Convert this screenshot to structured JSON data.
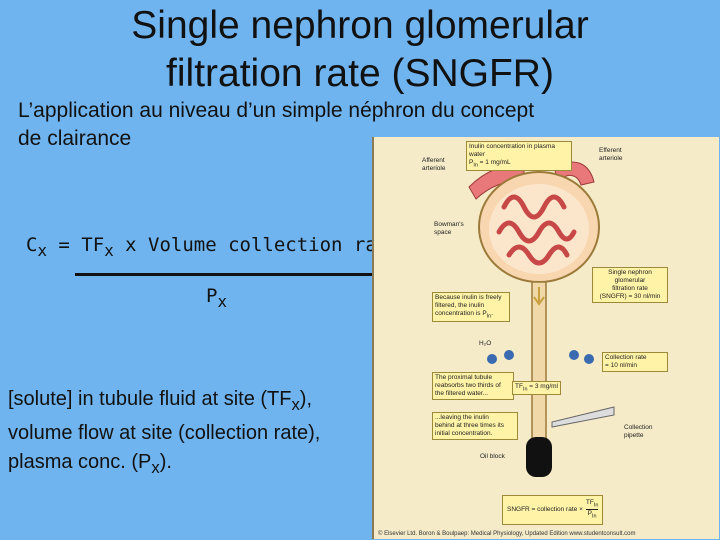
{
  "title_line1": "Single nephron glomerular",
  "title_line2": "filtration rate (SNGFR)",
  "intro_line1": "L’application au niveau d’un simple néphron du concept",
  "intro_line2": "de clairance",
  "formula": {
    "c": "C",
    "c_sub": "x",
    "mid": " = TF",
    "tf_sub": "x",
    "rest": " x Volume collection rate",
    "denom": "P",
    "denom_sub": "x"
  },
  "notes": {
    "line1_a": "[solute] in tubule fluid at site (TF",
    "line1_sub": "x",
    "line1_b": "),",
    "line2": "volume flow at site (collection rate),",
    "line3_a": "plasma conc. (P",
    "line3_sub": "x",
    "line3_b": ")."
  },
  "figure": {
    "inulin_box_line1": "Inulin concentration in plasma water",
    "inulin_box_line2": "P",
    "inulin_box_sub": "In",
    "inulin_box_line2b": " = 1 mg/mL",
    "afferent_line1": "Afferent",
    "afferent_line2": "arteriole",
    "efferent_line1": "Efferent",
    "efferent_line2": "arteriole",
    "bowman_line1": "Bowman's",
    "bowman_line2": "space",
    "sngfr_box_line1": "Single nephron",
    "sngfr_box_line2": "glomerular",
    "sngfr_box_line3": "filtration rate",
    "sngfr_box_line4": "(SNGFR) = 30 nl/min",
    "freely_box_line1": "Because inulin is freely",
    "freely_box_line2": "filtered, the inulin",
    "freely_box_line3": "concentration is P",
    "freely_box_sub": "In",
    "freely_box_end": ".",
    "h2o": "H₂O",
    "collection_box_line1": "Collection rate",
    "collection_box_line2": "= 10 nl/min",
    "proximal_box_line1": "The proximal tubule",
    "proximal_box_line2": "reabsorbs two thirds of",
    "proximal_box_line3": "the filtered water...",
    "tf_box": "TF",
    "tf_box_sub": "In",
    "tf_box_rest": " = 3 mg/ml",
    "leaving_box_line1": "...leaving the inulin",
    "leaving_box_line2": "behind at three times its",
    "leaving_box_line3": "initial concentration.",
    "collection_pipette_line1": "Collection",
    "collection_pipette_line2": "pipette",
    "oil_block": "Oil block",
    "equation_box": "SNGFR = collection rate ×",
    "eq_num": "TF",
    "eq_num_sub": "In",
    "eq_den": "P",
    "eq_den_sub": "In",
    "copyright": "© Elsevier Ltd. Boron & Boulpaep: Medical Physiology, Updated Edition   www.studentconsult.com"
  },
  "colors": {
    "background": "#6fb4ee",
    "figure_bg": "#f5ebc9",
    "vessel": "#e8787a",
    "note_box": "#fff3a8",
    "tubule": "#f0d8a8"
  }
}
